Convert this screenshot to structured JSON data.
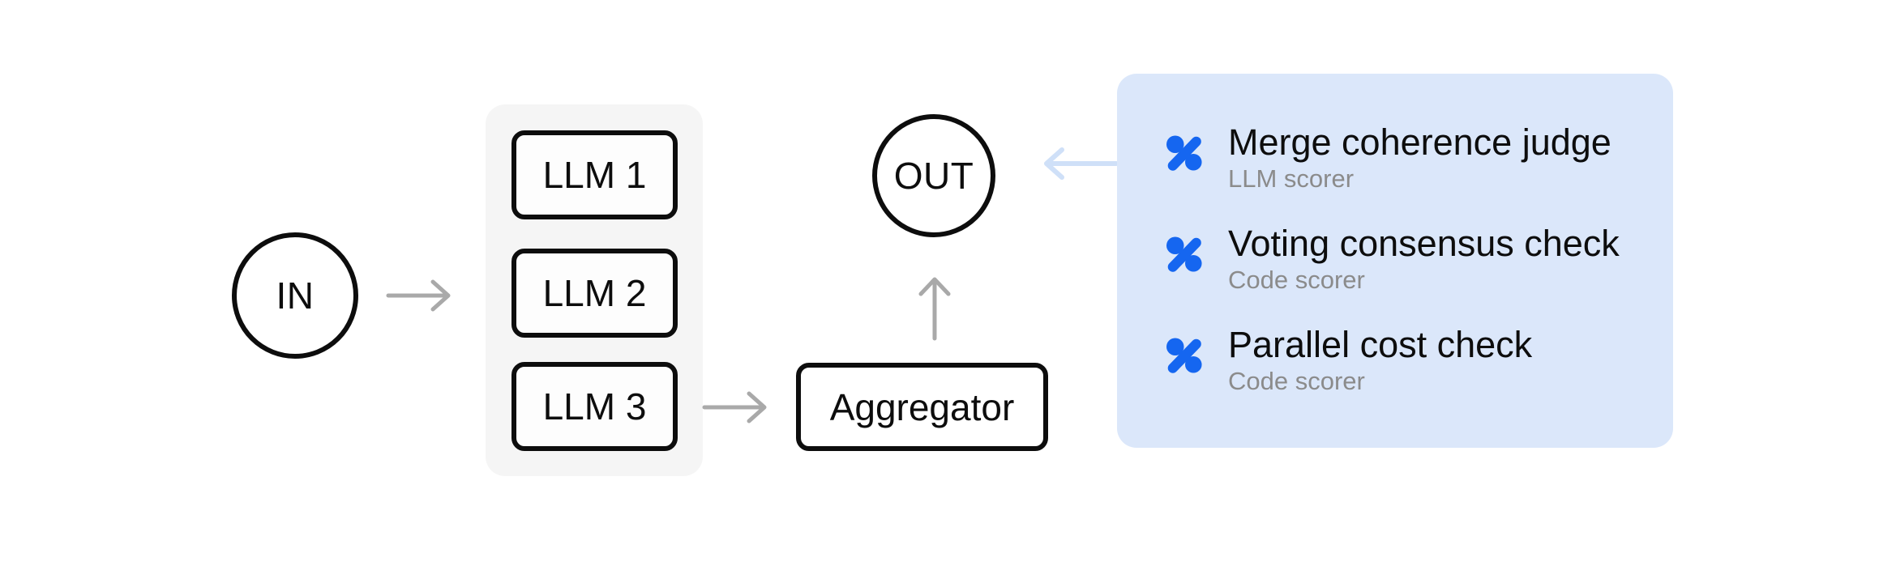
{
  "diagram": {
    "in_label": "IN",
    "out_label": "OUT",
    "aggregator_label": "Aggregator",
    "llm_boxes": [
      "LLM 1",
      "LLM 2",
      "LLM 3"
    ]
  },
  "scorers": {
    "items": [
      {
        "title": "Merge coherence judge",
        "subtitle": "LLM scorer",
        "icon": "percent-icon"
      },
      {
        "title": "Voting consensus check",
        "subtitle": "Code scorer",
        "icon": "percent-icon"
      },
      {
        "title": "Parallel cost check",
        "subtitle": "Code scorer",
        "icon": "percent-icon"
      }
    ]
  },
  "colors": {
    "accent_blue": "#1566f0",
    "panel_blue": "#dbe7fa",
    "arrow_gray": "#a9a9a9",
    "arrow_blue": "#cfe0f8",
    "node_stroke": "#0d0d0d",
    "container_gray": "#f5f5f5",
    "box_fill": "#fdfdfd",
    "title_black": "#0d0d0d",
    "subtitle_gray": "#8b8b8b",
    "background": "#ffffff"
  }
}
